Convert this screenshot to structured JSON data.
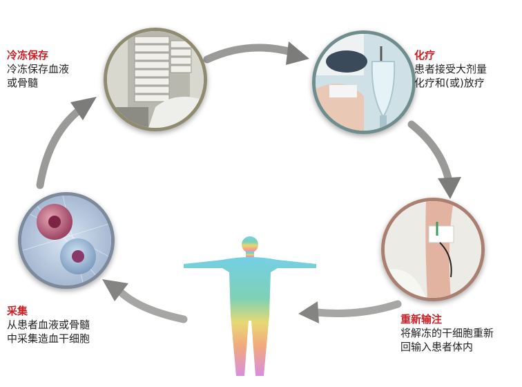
{
  "steps": [
    {
      "key": "storage",
      "title": "冷冻保存",
      "lines": [
        "冷冻保存血液",
        "或骨髓"
      ],
      "ring_color": "#8f8b70"
    },
    {
      "key": "chemo",
      "title": "化疗",
      "lines": [
        "患者接受大剂量",
        "化疗和(或)放疗"
      ],
      "ring_color": "#6f8d8c"
    },
    {
      "key": "reinfuse",
      "title": "重新输注",
      "lines": [
        "将解冻的干细胞重新",
        "回输入患者体内"
      ],
      "ring_color": "#a87f70"
    },
    {
      "key": "collect",
      "title": "采集",
      "lines": [
        "从患者血液或骨髓",
        "中采集造血干细胞"
      ],
      "ring_color": "#7d8a9b"
    }
  ],
  "colors": {
    "title": "#cc1f24",
    "text": "#222222",
    "arrow": "#8a8a88"
  }
}
